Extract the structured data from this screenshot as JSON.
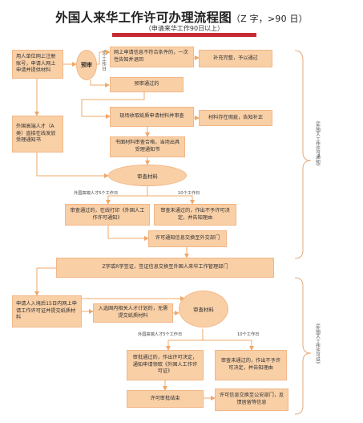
{
  "title": {
    "main": "外国人来华工作许可办理流程图",
    "suffix": "（Z 字，>90 日）",
    "sub": "（申请来华工作90日以上）"
  },
  "nodes": {
    "employer_register": "用人单位网上注册账号，申请人网上申请并提供材料",
    "pre_review": "预审",
    "not_meet_label": "5个工作日",
    "not_meet": "网上申请信息不符合条件的，一次性告知并退回",
    "supplement": "补充完整，予以通过",
    "pre_pass": "预审通过的",
    "high_talent": "外国高端人才（A类）直接在线发放受理通知书",
    "submit_paper": "现场收取纸质申请材料并审查",
    "incomplete": "材料存在瑕疵，告知补正",
    "paper_ok": "书面材料审查合格，当场出具受理通知书",
    "review1": "审查材料",
    "review1_left": "外国高端人才5个工作日",
    "review1_right": "10个工作日",
    "approve_print": "审查通过的，在线打印《外国人工作许可通知》",
    "reject1": "审查未通过的，作出不予许可决定，并告知理由",
    "share_info": "许可通知信息交换至外交部门",
    "visa": "Z字或R字签证，签证信息交换至外国人来华工作管理部门",
    "after_entry": "申请人入境后15日内网上申请工作许可证并提交纸质材料",
    "tech_talent": "入选国内相关人才计划的，无需提交纸质材料",
    "review2": "审查材料",
    "review2_left": "外国高端人才5个工作日",
    "review2_right": "10个工作日",
    "approve_card": "审批通过的，作出许可决定，通知申请领取《外国人工作许可证》",
    "reject2": "审查未通过的，作出不予许可决定，并告知理由",
    "permit_end": "许可审批结束",
    "share_police": "许可信息交换至公安部门，反馈居留等信息"
  },
  "side_labels": {
    "notice": "《外国人工作许可通知》",
    "card": "《外国人工作许可证》"
  },
  "colors": {
    "box": "#f9cfa6",
    "border": "#f2b787",
    "line": "#f0a868",
    "bar": "#c62b35"
  }
}
